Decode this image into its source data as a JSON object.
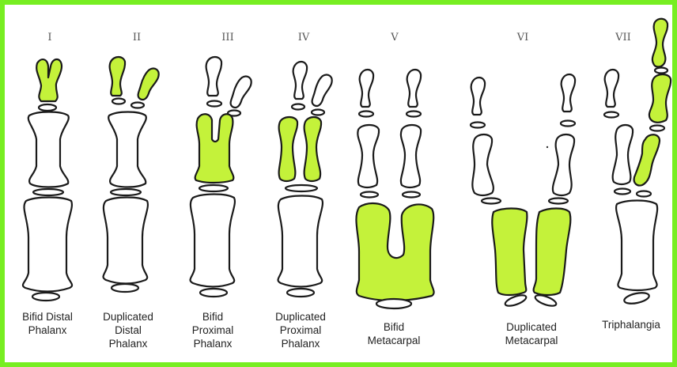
{
  "figure": {
    "border_color": "#77ee22",
    "highlight_color": "#c4f23a",
    "types": [
      {
        "numeral": "I",
        "caption": [
          "Bifid Distal",
          "Phalanx"
        ]
      },
      {
        "numeral": "II",
        "caption": [
          "Duplicated",
          "Distal",
          "Phalanx"
        ]
      },
      {
        "numeral": "III",
        "caption": [
          "Bifid",
          "Proximal",
          "Phalanx"
        ]
      },
      {
        "numeral": "IV",
        "caption": [
          "Duplicated",
          "Proximal",
          "Phalanx"
        ]
      },
      {
        "numeral": "V",
        "caption": [
          "Bifid",
          "Metacarpal"
        ]
      },
      {
        "numeral": "VI",
        "caption": [
          "Duplicated",
          "Metacarpal"
        ]
      },
      {
        "numeral": "VII",
        "caption": [
          "Triphalangia"
        ]
      }
    ]
  }
}
